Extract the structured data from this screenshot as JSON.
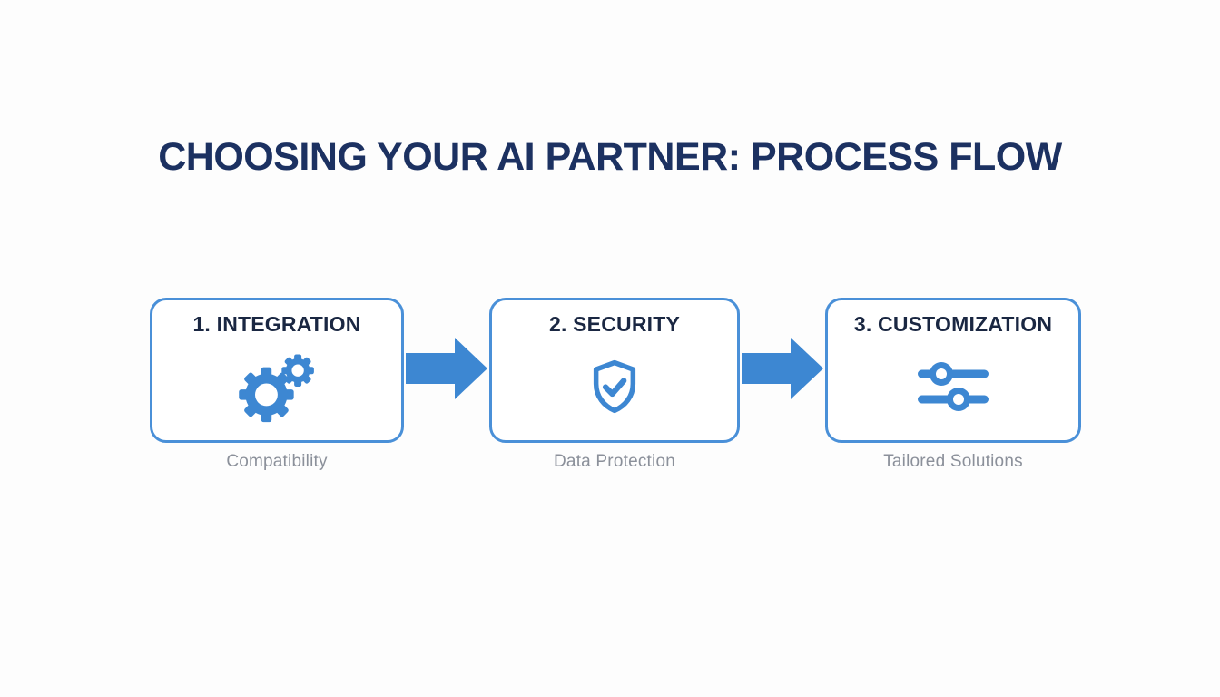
{
  "title": "CHOOSING YOUR AI PARTNER: PROCESS FLOW",
  "colors": {
    "accent_blue": "#3d87d2",
    "border_blue": "#4a90d8",
    "title_navy": "#1c3161",
    "heading_navy": "#1a2742",
    "caption_gray": "#8b909a",
    "background": "#fdfdfd"
  },
  "steps": [
    {
      "heading": "1. INTEGRATION",
      "icon": "gears-icon",
      "caption": "Compatibility"
    },
    {
      "heading": "2. SECURITY",
      "icon": "shield-check-icon",
      "caption": "Data Protection"
    },
    {
      "heading": "3. CUSTOMIZATION",
      "icon": "sliders-icon",
      "caption": "Tailored Solutions"
    }
  ],
  "arrows": {
    "count": 2,
    "direction": "right"
  }
}
